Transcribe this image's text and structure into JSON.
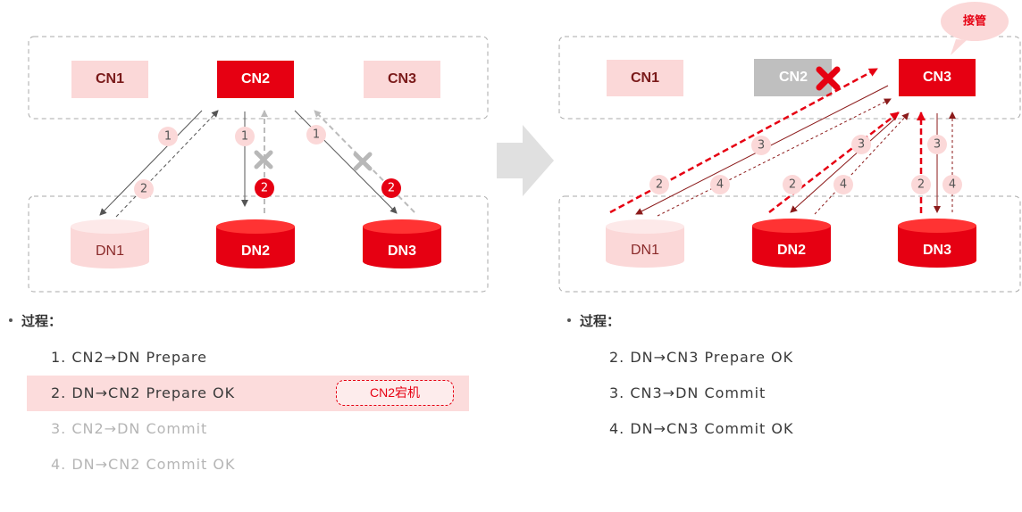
{
  "colors": {
    "red": "#e60012",
    "light_pink": "#fbd8d8",
    "gray_box": "#bfbfbf",
    "dark_text": "#3a3a3a",
    "gray_text": "#b5b5b5",
    "arrow_dark": "#555555",
    "arrow_gray": "#bbbbbb",
    "arrow_maroon": "#8b1a1a"
  },
  "left": {
    "cn_nodes": [
      "CN1",
      "CN2",
      "CN3"
    ],
    "dn_nodes": [
      "DN1",
      "DN2",
      "DN3"
    ],
    "arrow_labels": [
      "1",
      "2",
      "1",
      "2",
      "1",
      "2"
    ],
    "section_title": "过程：",
    "steps": [
      {
        "num": "1.",
        "text": "CN2→DN Prepare"
      },
      {
        "num": "2.",
        "text": "DN→CN2 Prepare OK"
      },
      {
        "num": "3.",
        "text": "CN2→DN Commit"
      },
      {
        "num": "4.",
        "text": "DN→CN2 Commit OK"
      }
    ],
    "crash_tag": "CN2宕机"
  },
  "right": {
    "cn_nodes": [
      "CN1",
      "CN2",
      "CN3"
    ],
    "dn_nodes": [
      "DN1",
      "DN2",
      "DN3"
    ],
    "takeover_bubble": "接管",
    "arrow_labels": [
      "2",
      "3",
      "4",
      "2",
      "3",
      "4",
      "2",
      "3",
      "4"
    ],
    "section_title": "过程：",
    "steps": [
      {
        "num": "2.",
        "text": "DN→CN3 Prepare OK"
      },
      {
        "num": "3.",
        "text": "CN3→DN Commit"
      },
      {
        "num": "4.",
        "text": "DN→CN3 Commit OK"
      }
    ]
  },
  "transition_arrow_icon": "right-arrow-icon",
  "fail_icon": "x-mark-icon"
}
